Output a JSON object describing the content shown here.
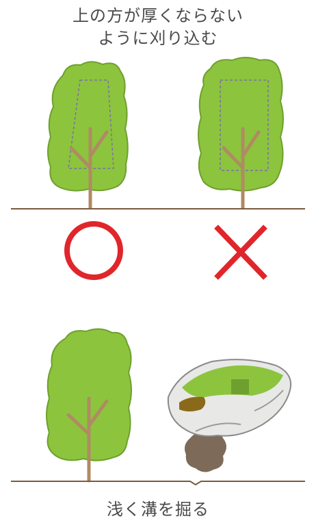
{
  "caption_top": {
    "line1": "上の方が厚くならない",
    "line2": "ように刈り込む"
  },
  "caption_bottom": "浅く溝を掘る",
  "marks": {
    "correct_symbol": "circle",
    "wrong_symbol": "cross"
  },
  "colors": {
    "foliage": "#8cc43e",
    "foliage_edge": "#6f9f2e",
    "trunk": "#b08a63",
    "ground": "#7a5a3c",
    "guide_dash": "#7a6fa8",
    "mark_red": "#e0262b",
    "text": "#4a4a4a",
    "tool_body": "#e8e8e6",
    "tool_accent": "#8cc43e",
    "tool_handle_grip": "#8a6a1a",
    "soil": "#7d6a58"
  },
  "icons": {
    "tree_good": "tree-icon",
    "tree_bad": "tree-icon",
    "tree_bottom": "tree-icon",
    "tool": "trowel-icon"
  }
}
